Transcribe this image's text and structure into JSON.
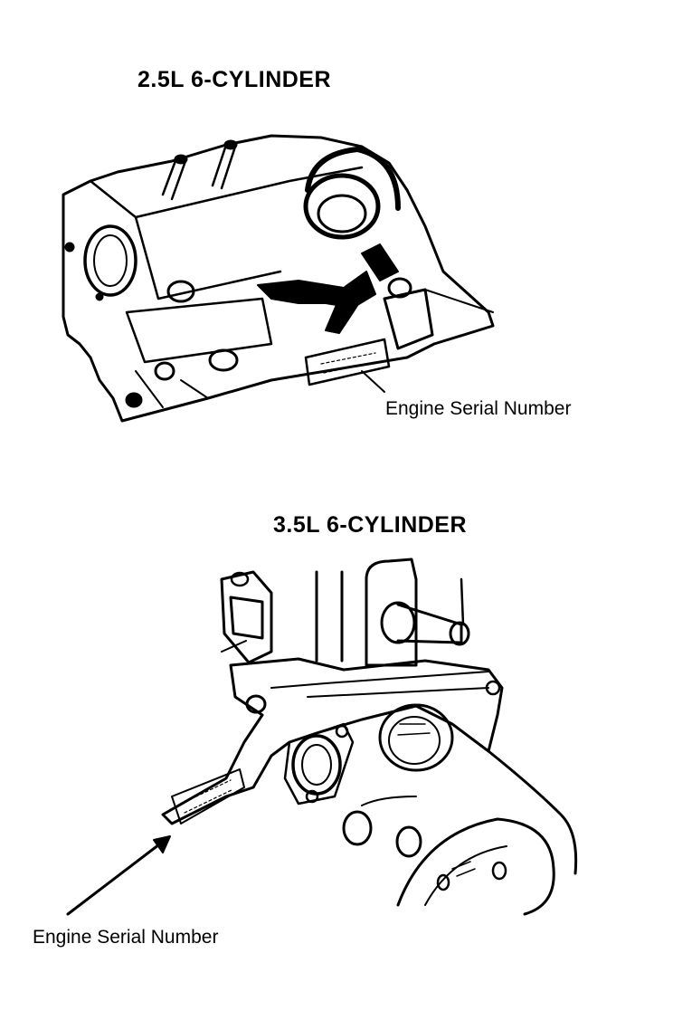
{
  "figures": [
    {
      "title": "2.5L 6-CYLINDER",
      "callout": "Engine Serial Number"
    },
    {
      "title": "3.5L 6-CYLINDER",
      "callout": "Engine Serial Number"
    }
  ],
  "colors": {
    "ink": "#000000",
    "paper": "#ffffff"
  }
}
